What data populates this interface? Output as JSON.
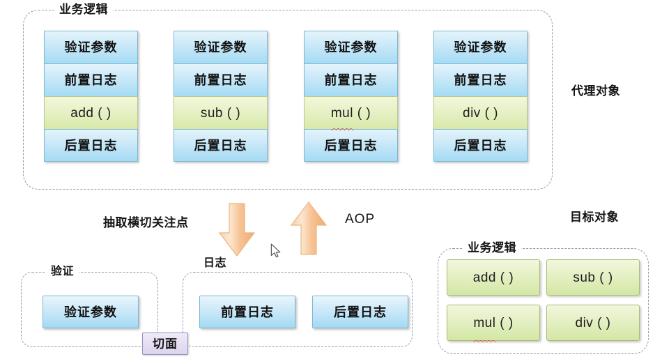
{
  "diagram": {
    "title_hidden": "Spring AOP proxy object diagram",
    "colors": {
      "blue_cell": "#a5dbf4",
      "blue_border": "#7bb8d4",
      "green_cell": "#d8e9a8",
      "green_border": "#a9bd74",
      "arrow_orange": "#f5c08a",
      "aspect_purple": "#ddd4ee",
      "dashed_border": "#8e9bb3",
      "squiggle_red": "#e0503c"
    }
  },
  "proxy_section": {
    "group_caption": "业务逻辑",
    "side_label": "代理对象",
    "columns": [
      {
        "name": "add-column",
        "cells": [
          "验证参数",
          "前置日志",
          "add (  )",
          "后置日志"
        ],
        "method_index": 2,
        "misspelled": false
      },
      {
        "name": "sub-column",
        "cells": [
          "验证参数",
          "前置日志",
          "sub (  )",
          "后置日志"
        ],
        "method_index": 2,
        "misspelled": false
      },
      {
        "name": "mul-column",
        "cells": [
          "验证参数",
          "前置日志",
          "mul (  )",
          "后置日志"
        ],
        "method_index": 2,
        "misspelled": true,
        "misspelled_word": "mul",
        "method_tail": " (  )"
      },
      {
        "name": "div-column",
        "cells": [
          "验证参数",
          "前置日志",
          "div (  )",
          "后置日志"
        ],
        "method_index": 2,
        "misspelled": false
      }
    ]
  },
  "middle_section": {
    "extract_label": "抽取横切关注点",
    "aop_label": "AOP",
    "down_arrow_name": "down-arrow",
    "up_arrow_name": "up-arrow"
  },
  "validate_group": {
    "caption": "验证",
    "boxes": [
      "验证参数"
    ]
  },
  "log_group": {
    "caption": "日志",
    "boxes": [
      "前置日志",
      "后置日志"
    ]
  },
  "aspect_chip": {
    "label": "切面"
  },
  "target_section": {
    "side_label": "目标对象",
    "group_caption": "业务逻辑",
    "boxes": [
      {
        "name": "add-box",
        "label": "add (  )",
        "misspelled": false
      },
      {
        "name": "sub-box",
        "label": "sub (  )",
        "misspelled": false
      },
      {
        "name": "mul-box",
        "label": "mul (  )",
        "misspelled": true,
        "misspelled_word": "mul",
        "tail": " (  )"
      },
      {
        "name": "div-box",
        "label": "div (  )",
        "misspelled": false
      }
    ]
  }
}
